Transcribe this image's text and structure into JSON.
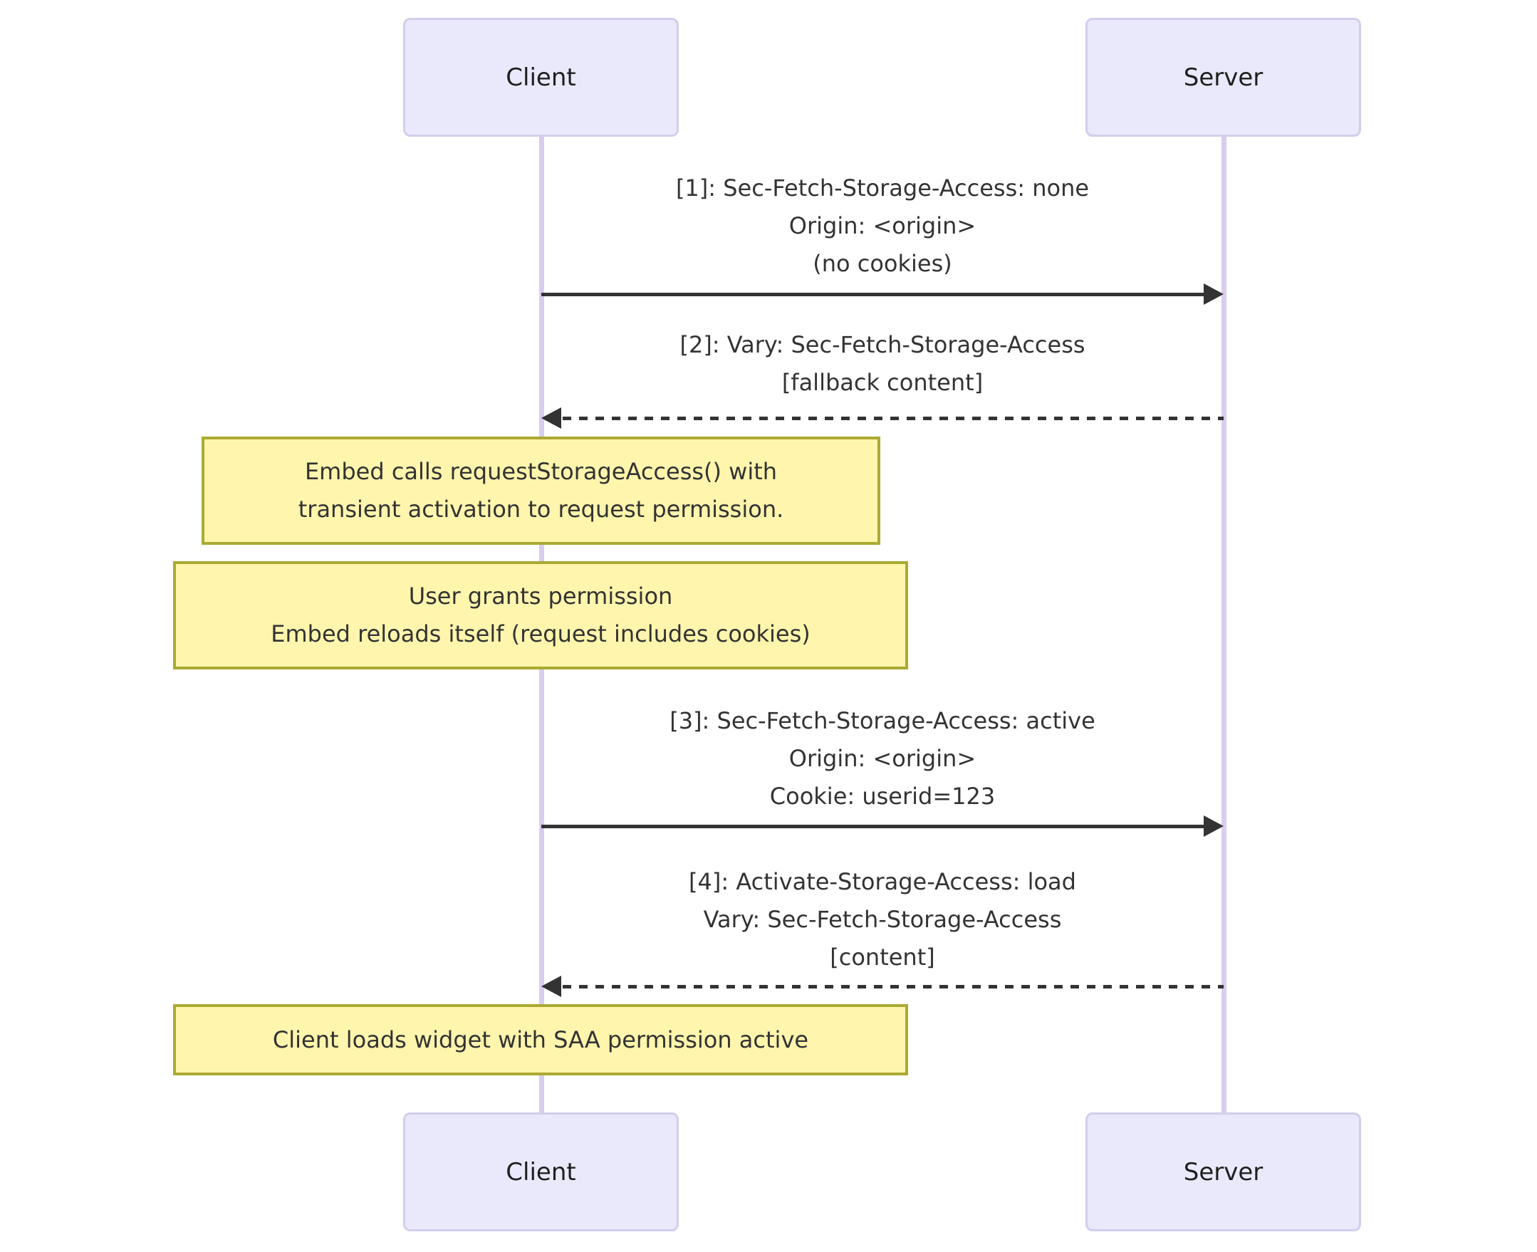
{
  "diagram": {
    "type": "sequence-diagram",
    "actors": [
      {
        "id": "client",
        "label": "Client"
      },
      {
        "id": "server",
        "label": "Server"
      }
    ],
    "messages": [
      {
        "from": "client",
        "to": "server",
        "line_style": "solid",
        "lines": [
          "[1]: Sec-Fetch-Storage-Access: none",
          "Origin: <origin>",
          "(no cookies)"
        ]
      },
      {
        "from": "server",
        "to": "client",
        "line_style": "dashed",
        "lines": [
          "[2]: Vary: Sec-Fetch-Storage-Access",
          "[fallback content]"
        ]
      },
      {
        "from": "client",
        "to": "server",
        "line_style": "solid",
        "lines": [
          "[3]: Sec-Fetch-Storage-Access: active",
          "Origin: <origin>",
          "Cookie: userid=123"
        ]
      },
      {
        "from": "server",
        "to": "client",
        "line_style": "dashed",
        "lines": [
          "[4]: Activate-Storage-Access: load",
          "Vary: Sec-Fetch-Storage-Access",
          "[content]"
        ]
      }
    ],
    "notes": [
      {
        "position": "over client",
        "lines": [
          "Embed calls requestStorageAccess() with",
          "transient activation to request permission."
        ]
      },
      {
        "position": "over client",
        "lines": [
          "User grants permission",
          "Embed reloads itself (request includes cookies)"
        ]
      },
      {
        "position": "over client",
        "lines": [
          "Client loads widget with SAA permission active"
        ]
      }
    ],
    "colors": {
      "actor_fill": "#E9E9FB",
      "actor_border": "#D3CDED",
      "lifeline": "#D8CDEE",
      "note_fill": "#FFF5AD",
      "note_border": "#AAAA33",
      "arrow": "#333333",
      "text": "#333333",
      "background": "#FFFFFF"
    }
  }
}
